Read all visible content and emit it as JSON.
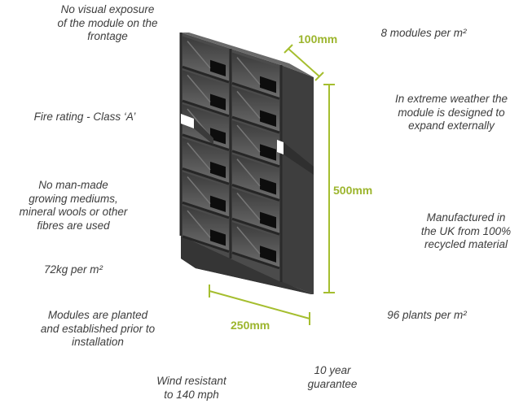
{
  "colors": {
    "accent": "#a5be2f",
    "dimension_text": "#9cb52d",
    "module_front": "#5c5c5c",
    "module_side": "#3a3a3a",
    "pocket": "#0d0d0d",
    "note_text": "#3d3d3d"
  },
  "notes": {
    "visual_exposure": "No visual exposure\nof the module on the\nfrontage",
    "modules_per_m2": "8 modules per m²",
    "extreme_weather": "In extreme weather the\nmodule is designed to\nexpand externally",
    "fire_rating": "Fire rating - Class ‘A’",
    "no_man_made": "No man-made\ngrowing mediums,\nmineral wools or other\nfibres are used",
    "manufactured": "Manufactured in\nthe UK from 100%\nrecycled material",
    "weight": "72kg per m²",
    "planted": "Modules are planted\nand established prior to\ninstallation",
    "plants_per_m2": "96 plants per m²",
    "wind": "Wind resistant\nto 140 mph",
    "guarantee": "10 year\nguarantee"
  },
  "dimensions": {
    "depth": "100mm",
    "height": "500mm",
    "width": "250mm"
  }
}
